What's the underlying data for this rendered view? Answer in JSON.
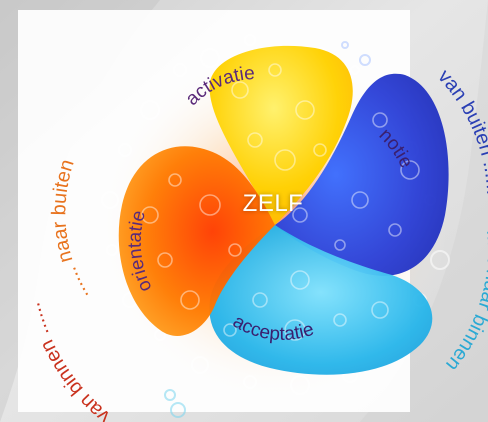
{
  "diagram": {
    "center_label": "ZELF",
    "petals": {
      "top": {
        "label": "activatie",
        "color": "#f5c400"
      },
      "right": {
        "label": "notie",
        "color": "#2e3fd1"
      },
      "bottom": {
        "label": "acceptatie",
        "color": "#2fb8e8"
      },
      "left": {
        "label": "orientatie",
        "color": "#ff6a00"
      }
    },
    "outer_labels": {
      "top_left": {
        "dots": "......",
        "text": "naar buiten",
        "color": "#e8731e"
      },
      "bottom_left": {
        "text": "van binnen",
        "dots": "......",
        "color": "#c9321e"
      },
      "top_right": {
        "text": "van buiten",
        "dots": "......",
        "color": "#2a3fb4"
      },
      "bottom_right": {
        "dots": "......",
        "text": "naar binnen",
        "color": "#2aa9d4"
      }
    }
  }
}
